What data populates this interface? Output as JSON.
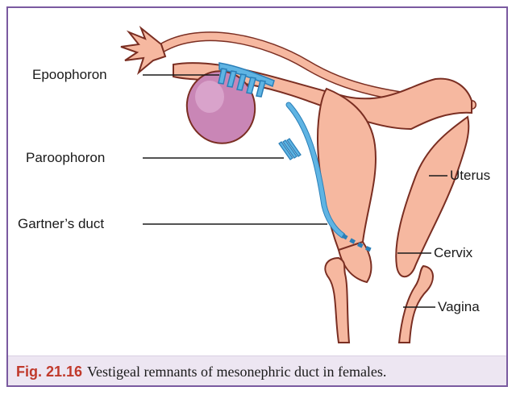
{
  "labels": {
    "epoophoron": "Epoophoron",
    "paroophoron": "Paroophoron",
    "gartners_duct": "Gartner’s duct",
    "uterus": "Uterus",
    "cervix": "Cervix",
    "vagina": "Vagina"
  },
  "caption": {
    "number": "Fig. 21.16",
    "text": "Vestigeal remnants of mesonephric duct in females."
  },
  "colors": {
    "tissue_fill": "#f6b8a0",
    "tissue_outline": "#7a2e22",
    "ovary_fill": "#c986b6",
    "duct_remnant": "#5fb4e3",
    "frame": "#7a5aa0",
    "caption_bg": "#ede6f2",
    "caption_number": "#c0392b"
  }
}
